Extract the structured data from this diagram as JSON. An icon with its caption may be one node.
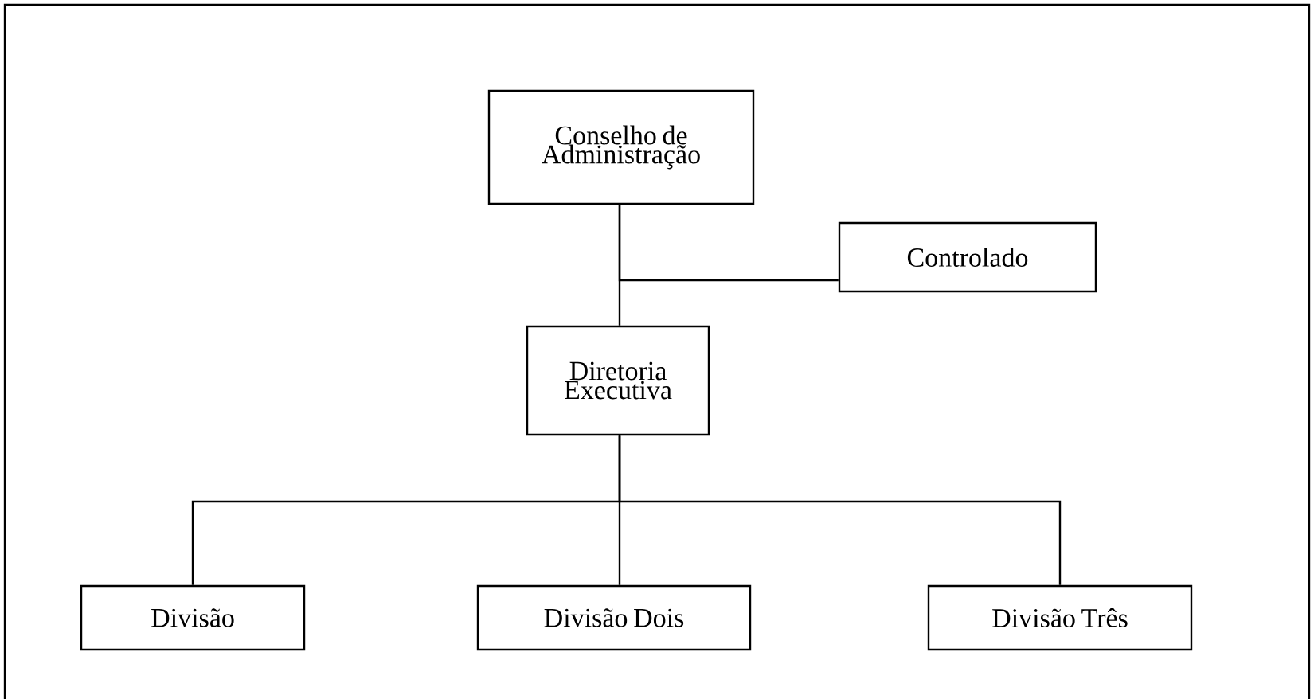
{
  "diagram": {
    "nodes": [
      {
        "text": [
          "Conselho de Administração"
        ]
      },
      {
        "text": [
          "Controlado"
        ]
      },
      {
        "text": [
          "Diretoria Executiva"
        ]
      },
      {
        "text": [
          "Divisão"
        ]
      },
      {
        "text": [
          "Divisão Dois"
        ]
      },
      {
        "text": [
          "Divisão Três"
        ]
      }
    ],
    "edges": [
      {
        "from": 0,
        "to": 2,
        "arrow": "none"
      },
      {
        "from": 0,
        "to": 1,
        "arrow": "none"
      },
      {
        "from": 2,
        "to": 3,
        "arrow": "none"
      },
      {
        "from": 2,
        "to": 4,
        "arrow": "none"
      },
      {
        "from": 2,
        "to": 5,
        "arrow": "none"
      }
    ]
  }
}
